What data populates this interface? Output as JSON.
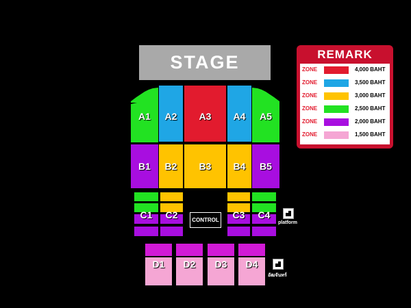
{
  "stage": {
    "label": "STAGE"
  },
  "control": {
    "label": "CONTROL"
  },
  "zones": {
    "a1": "A1",
    "a2": "A2",
    "a3": "A3",
    "a4": "A4",
    "a5": "A5",
    "b1": "B1",
    "b2": "B2",
    "b3": "B3",
    "b4": "B4",
    "b5": "B5",
    "c1": "C1",
    "c2": "C2",
    "c3": "C3",
    "c4": "C4",
    "d1": "D1",
    "d2": "D2",
    "d3": "D3",
    "d4": "D4"
  },
  "platforms": {
    "platform_label": "platform",
    "wheelchair_label": "อัฒจันทร์"
  },
  "remark": {
    "title": "REMARK",
    "rows": [
      {
        "zone": "ZONE",
        "color": "#e21b2e",
        "price": "4,000 BAHT"
      },
      {
        "zone": "ZONE",
        "color": "#1fa6e5",
        "price": "3,500 BAHT"
      },
      {
        "zone": "ZONE",
        "color": "#ffc300",
        "price": "3,000 BAHT"
      },
      {
        "zone": "ZONE",
        "color": "#22e222",
        "price": "2,500 BAHT"
      },
      {
        "zone": "ZONE",
        "color": "#a80ee0",
        "price": "2,000 BAHT"
      },
      {
        "zone": "ZONE",
        "color": "#f5a6d4",
        "price": "1,500 BAHT"
      }
    ]
  }
}
